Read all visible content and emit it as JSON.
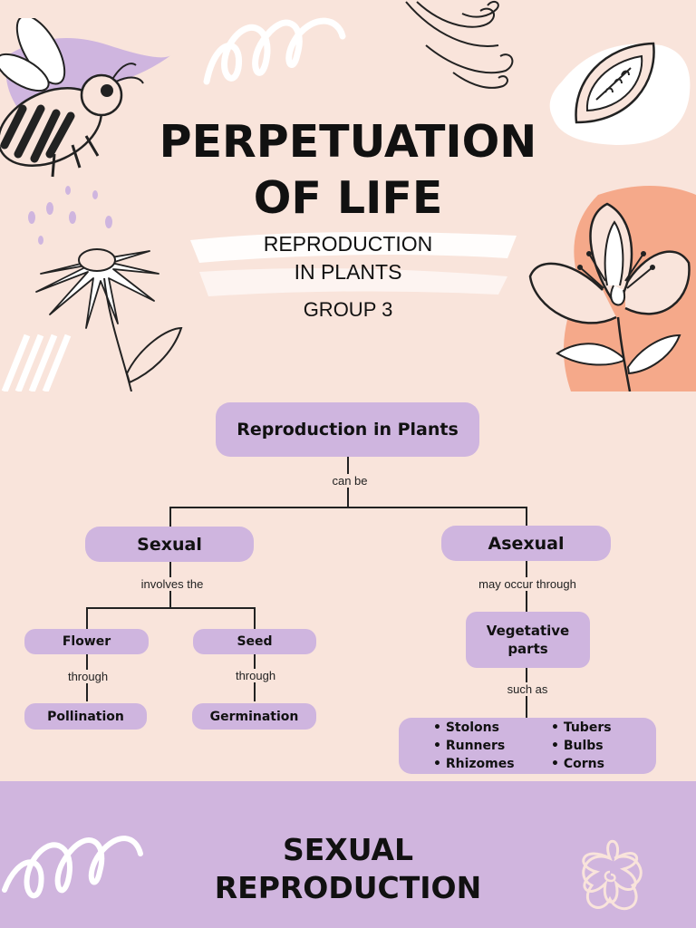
{
  "header": {
    "title_line1": "PERPETUATION",
    "title_line2": "OF LIFE",
    "subtitle_line1": "REPRODUCTION",
    "subtitle_line2": "IN PLANTS",
    "group": "GROUP 3"
  },
  "map": {
    "root": "Reproduction in Plants",
    "root_link": "can be",
    "sexual": {
      "label": "Sexual",
      "link": "involves the",
      "flower": "Flower",
      "flower_link": "through",
      "pollination": "Pollination",
      "seed": "Seed",
      "seed_link": "through",
      "germination": "Germination"
    },
    "asexual": {
      "label": "Asexual",
      "link": "may occur through",
      "vegetative_line1": "Vegetative",
      "vegetative_line2": "parts",
      "vegetative_link": "such as",
      "examples_left": [
        "Stolons",
        "Runners",
        "Rhizomes"
      ],
      "examples_right": [
        "Tubers",
        "Bulbs",
        "Corns"
      ]
    }
  },
  "footer": {
    "title_line1": "SEXUAL",
    "title_line2": "REPRODUCTION"
  },
  "colors": {
    "background": "#f9e4db",
    "accent_purple": "#cfb5df",
    "accent_orange": "#f5a98a",
    "text": "#111111"
  },
  "icons": [
    "bee-icon",
    "daisy-icon",
    "wind-swirl-icon",
    "seed-pod-icon",
    "lily-flower-icon",
    "spiral-doodle-icon",
    "flower-outline-icon"
  ]
}
